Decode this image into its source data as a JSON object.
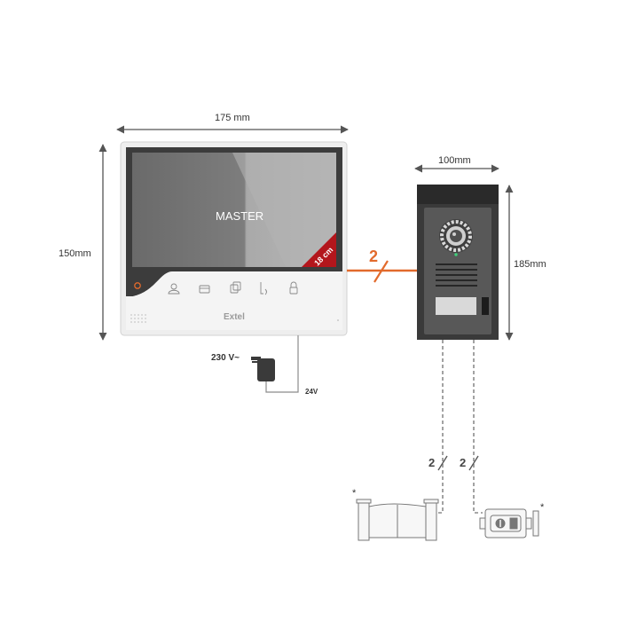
{
  "dimensions": {
    "monitor_width": "175 mm",
    "monitor_height": "150mm",
    "doorstation_width": "100mm",
    "doorstation_height": "185mm"
  },
  "monitor": {
    "screen_label": "MASTER",
    "screen_size_badge": "18 cm",
    "brand": "Extel",
    "buttons": [
      "user-icon",
      "card-icon",
      "copy-icon",
      "phone-icon",
      "padlock-icon"
    ]
  },
  "power": {
    "input_label": "230 V~",
    "output_label": "24V"
  },
  "wiring": {
    "main_bus_count": "2",
    "gate_wire_count": "2",
    "lock_wire_count": "2",
    "main_bus_color": "#e26a2c"
  },
  "accessories": {
    "gate_marker": "*",
    "lock_marker": "*"
  },
  "colors": {
    "dimension_line": "#555555",
    "doorstation_body": "#3b3b3b",
    "badge": "#b3161c",
    "monitor_frame": "#ececec"
  }
}
